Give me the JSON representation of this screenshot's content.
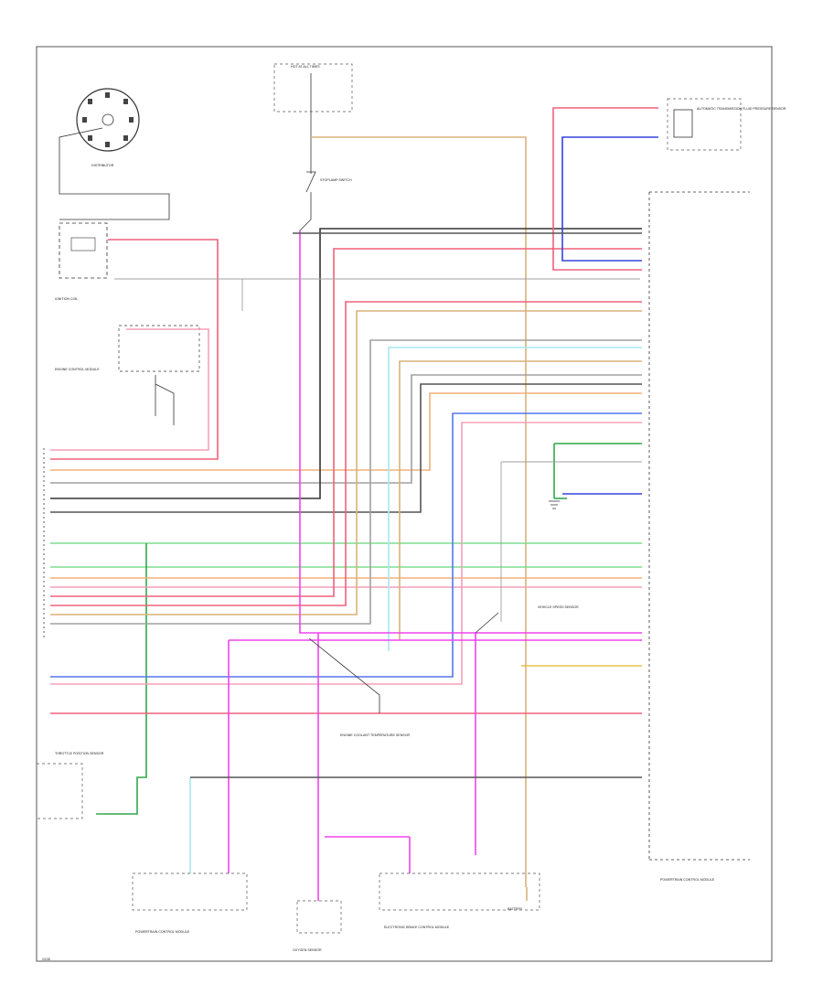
{
  "colors": {
    "red": "#f0607a",
    "pink": "#f5a0b8",
    "orange": "#f2b079",
    "tan": "#d7b27a",
    "gray": "#a0a0a0",
    "black": "#333333",
    "ltblue": "#a6e7f2",
    "blue": "#5577ee",
    "dkblue": "#3344dd",
    "green": "#7fdd8f",
    "dkgreen": "#2fa94a",
    "magenta": "#ee44ee",
    "yellow": "#e9c14a",
    "purple": "#d38df0"
  },
  "labels": {
    "distributor": "DISTRIBUTOR",
    "hot_at_all_times_top": "HOT AT ALL TIMES",
    "stoplamp_switch": "STOPLAMP SWITCH",
    "ignition_coil": "IGNITION COIL",
    "ecm": "ENGINE CONTROL MODULE",
    "vss": "VEHICLE SPEED SENSOR",
    "ect_sensor": "ENGINE COOLANT TEMPERATURE SENSOR",
    "tp_sensor": "THROTTLE POSITION SENSOR",
    "oxygen_sensor": "OXYGEN SENSOR",
    "pcm": "POWERTRAIN CONTROL MODULE",
    "ebcm": "ELECTRONIC BRAKE CONTROL MODULE",
    "afp_sensor": "AUTOMATIC TRANSMISSION FLUID PRESSURE SENSOR",
    "battery": "BATTERY",
    "ground": "G106"
  }
}
